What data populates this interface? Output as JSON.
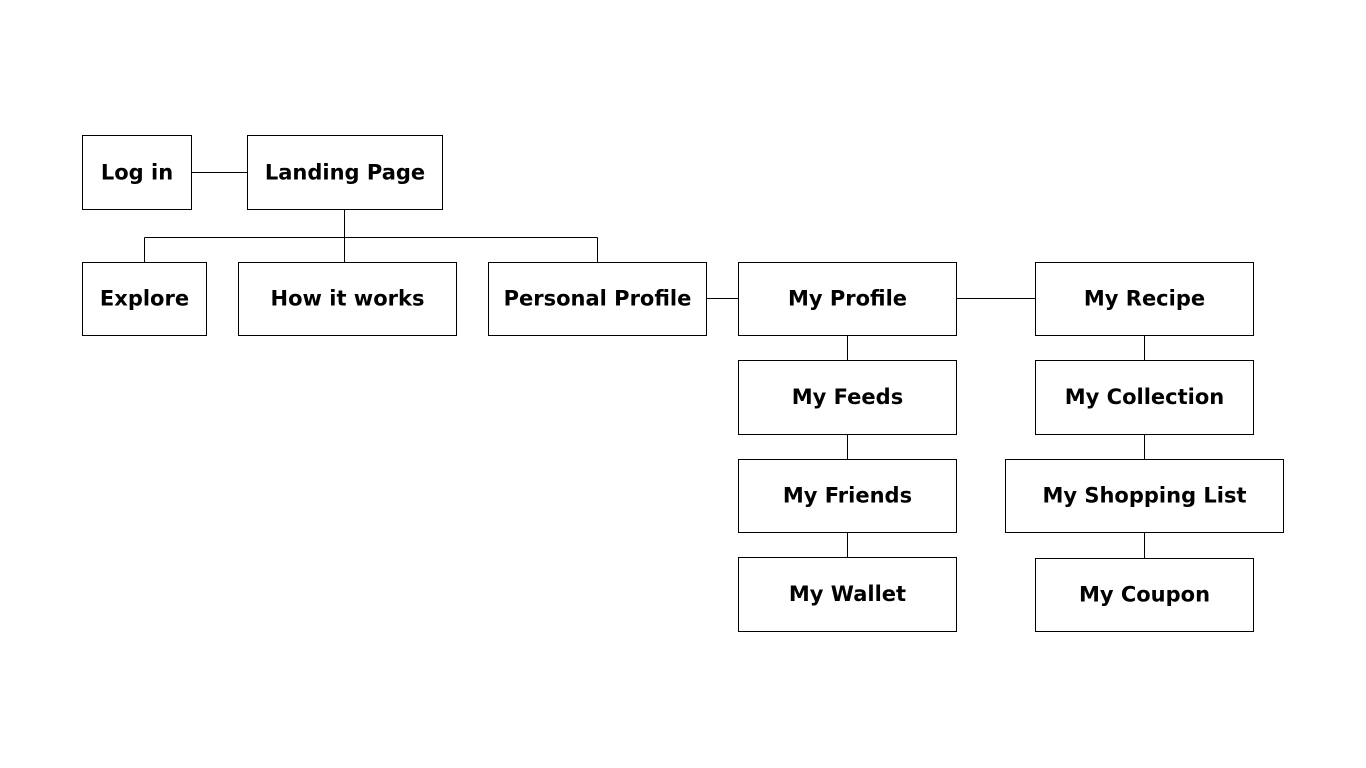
{
  "nodes": {
    "login": "Log in",
    "landing_page": "Landing Page",
    "explore": "Explore",
    "how_it_works": "How it works",
    "personal_profile": "Personal Profile",
    "my_profile": "My Profile",
    "my_recipe": "My Recipe",
    "my_feeds": "My Feeds",
    "my_friends": "My Friends",
    "my_wallet": "My Wallet",
    "my_collection": "My Collection",
    "my_shopping_list": "My Shopping List",
    "my_coupon": "My Coupon"
  },
  "colors": {
    "line": "#000000",
    "box_fill": "#ffffff",
    "text": "#000000"
  }
}
